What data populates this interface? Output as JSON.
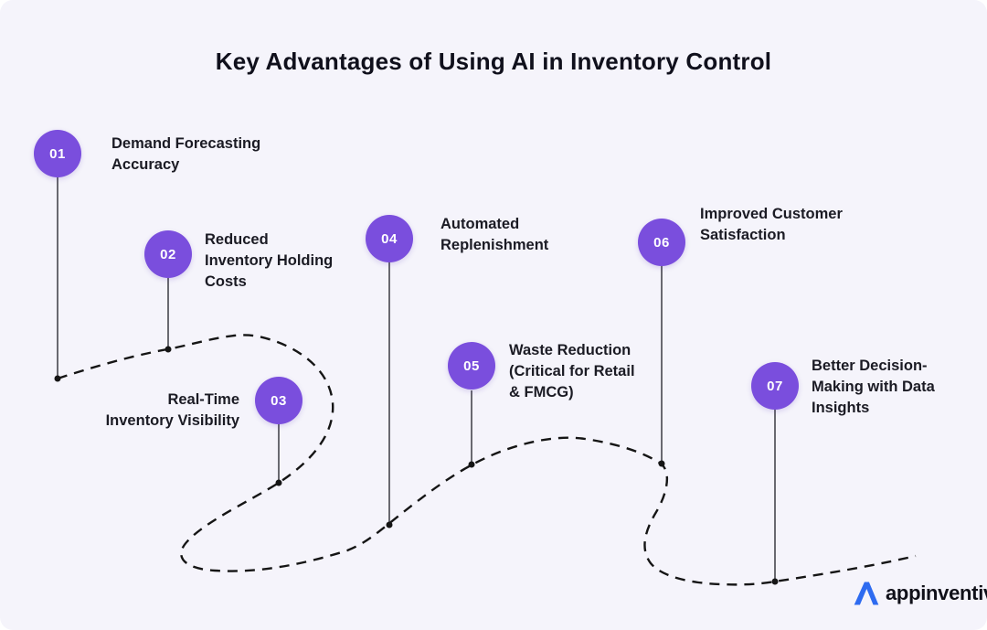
{
  "page": {
    "title": "Key Advantages of Using AI in Inventory Control"
  },
  "items": [
    {
      "number": "01",
      "label": "Demand Forecasting\nAccuracy"
    },
    {
      "number": "02",
      "label": "Reduced\nInventory Holding\nCosts"
    },
    {
      "number": "03",
      "label": "Real-Time\nInventory Visibility"
    },
    {
      "number": "04",
      "label": "Automated\nReplenishment"
    },
    {
      "number": "05",
      "label": "Waste Reduction\n(Critical for Retail\n& FMCG)"
    },
    {
      "number": "06",
      "label": "Improved Customer\nSatisfaction"
    },
    {
      "number": "07",
      "label": "Better Decision-\nMaking with Data\nInsights"
    }
  ],
  "branding": {
    "logo_text": "appinventiv",
    "logo_icon": "appinventiv-a-mark"
  },
  "colors": {
    "background": "#f5f4fb",
    "accent_purple": "#7a4edd",
    "line": "#151515",
    "logo_blue": "#2e6bf0",
    "text": "#10101c"
  }
}
